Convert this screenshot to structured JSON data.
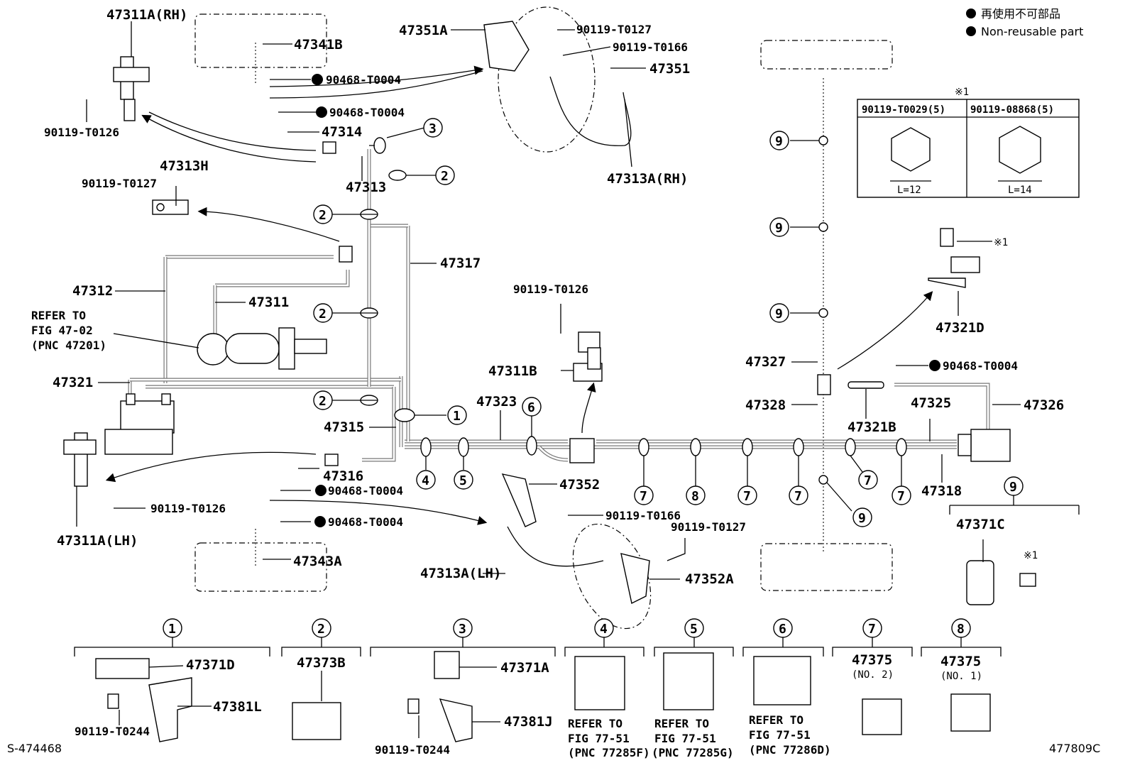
{
  "legend": {
    "jp": "再使用不可部品",
    "en": "Non-reusable part"
  },
  "footer": {
    "left_code": "S-474468",
    "right_code": "477809C"
  },
  "parts": {
    "p47311A_RH": "47311A(RH)",
    "p47341B": "47341B",
    "p90468_a": "90468-T0004",
    "p90468_b": "90468-T0004",
    "p90119_T0126_a": "90119-T0126",
    "p47314": "47314",
    "p47313": "47313",
    "p47313H": "47313H",
    "p90119_T0127_a": "90119-T0127",
    "p47312": "47312",
    "p47317": "47317",
    "p47311": "47311",
    "refer_1": "REFER TO",
    "refer_2": "FIG 47-02",
    "refer_3": "(PNC 47201)",
    "p47321": "47321",
    "p47315": "47315",
    "p47316": "47316",
    "p90468_c": "90468-T0004",
    "p90468_d": "90468-T0004",
    "p90119_T0126_b": "90119-T0126",
    "p47311A_LH": "47311A(LH)",
    "p47343A": "47343A",
    "p47351A": "47351A",
    "p90119_T0127_b": "90119-T0127",
    "p90119_T0166_a": "90119-T0166",
    "p47351": "47351",
    "p47313A_RH": "47313A(RH)",
    "p90119_T0126_c": "90119-T0126",
    "p47311B": "47311B",
    "p47323": "47323",
    "p47352": "47352",
    "p90119_T0166_b": "90119-T0166",
    "p90119_T0127_c": "90119-T0127",
    "p47313A_LH": "47313A(LH)",
    "p47352A": "47352A",
    "p47327": "47327",
    "p47328": "47328",
    "p47321B": "47321B",
    "p47325": "47325",
    "p47326": "47326",
    "p90468_e": "90468-T0004",
    "p47318": "47318",
    "p47321D": "47321D",
    "p47371C": "47371C",
    "note_ref": "※1",
    "bolt_a": "90119-T0029(5)",
    "bolt_b": "90119-08868(5)",
    "len_a": "L=12",
    "len_b": "L=14"
  },
  "callouts": {
    "c1": "1",
    "c2": "2",
    "c3": "3",
    "c4": "4",
    "c5": "5",
    "c6": "6",
    "c7": "7",
    "c8": "8",
    "c9": "9"
  },
  "bottom_groups": {
    "g1_a": "47371D",
    "g1_b": "47381L",
    "g1_c": "90119-T0244",
    "g2_a": "47373B",
    "g3_a": "47371A",
    "g3_b": "47381J",
    "g3_c": "90119-T0244",
    "g4_1": "REFER TO",
    "g4_2": "FIG 77-51",
    "g4_3": "(PNC 77285F)",
    "g5_1": "REFER TO",
    "g5_2": "FIG 77-51",
    "g5_3": "(PNC 77285G)",
    "g6_1": "REFER TO",
    "g6_2": "FIG 77-51",
    "g6_3": "(PNC 77286D)",
    "g7_a": "47375",
    "g7_b": "(NO. 2)",
    "g8_a": "47375",
    "g8_b": "(NO. 1)"
  }
}
